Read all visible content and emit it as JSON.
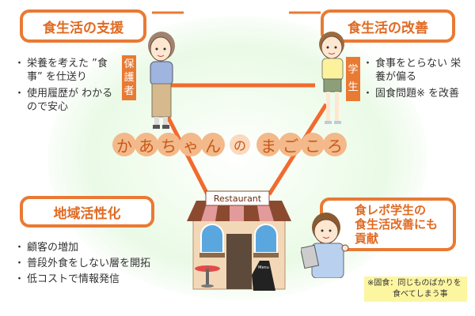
{
  "title": {
    "chars": [
      "か",
      "あ",
      "ち",
      "ゃ",
      "ん",
      "の",
      "ま",
      "ご",
      "こ",
      "ろ"
    ]
  },
  "top_left": {
    "heading": "食生活の支援",
    "role_label": "保護者",
    "bullets": [
      "栄養を考えた ”食事” を仕送り",
      "使用履歴が わかるので安心"
    ]
  },
  "top_right": {
    "heading": "食生活の改善",
    "role_label": "学生",
    "bullets": [
      "食事をとらない 栄養が偏る",
      "固食問題※ を改善"
    ]
  },
  "bottom_left": {
    "heading": "地域活性化",
    "bullets": [
      "顧客の増加",
      "普段外食をしない層を開拓",
      "低コストで情報発信"
    ]
  },
  "bottom_right": {
    "heading": "食レポ学生の 食生活改善にも 貢献"
  },
  "restaurant": {
    "sign": "Restaurant",
    "menu_board": "Menu"
  },
  "footnote": {
    "line1": "※固食：同じものばかりを",
    "line2": "食べてしまう事"
  },
  "colors": {
    "accent": "#e97a33",
    "line": "#f26a2e",
    "bubble": "#f3b98a",
    "note_bg": "#fdf6a0"
  }
}
